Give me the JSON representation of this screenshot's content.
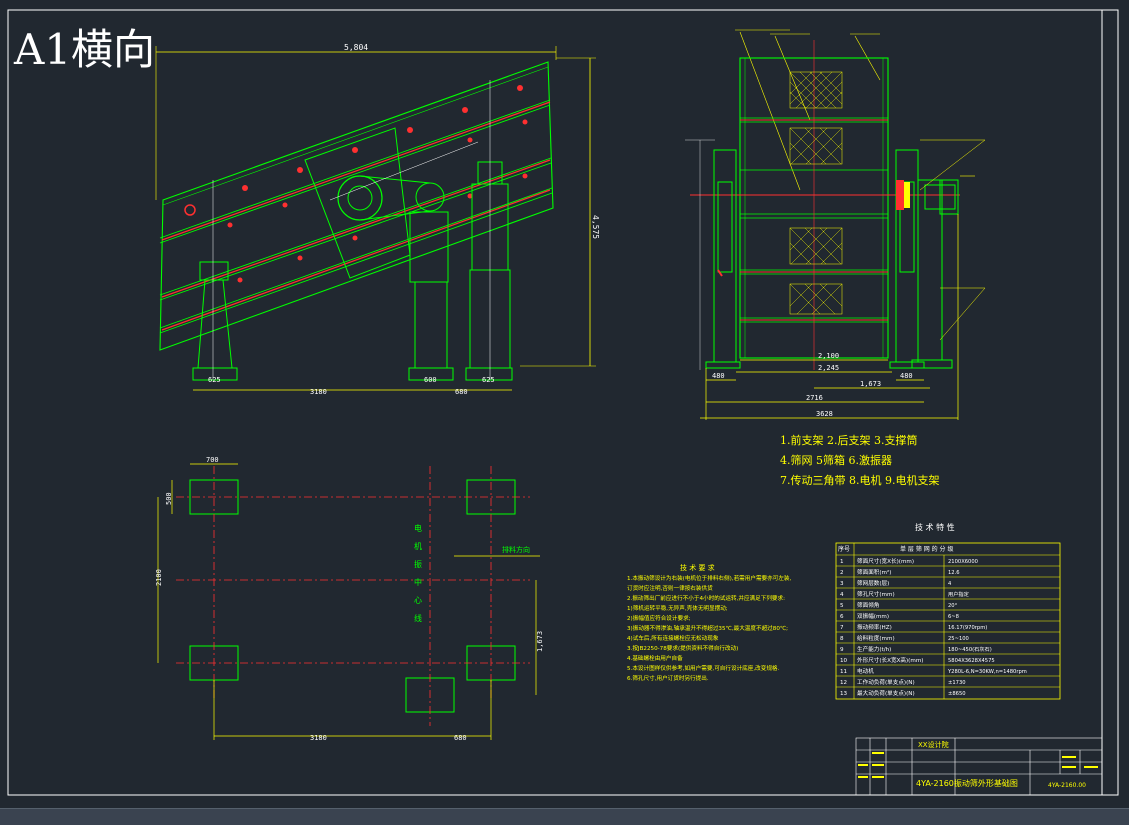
{
  "sheet": {
    "format_label": "A1横向",
    "colors": {
      "background": "#212830",
      "frame": "#ffffff",
      "outline": "#00ff00",
      "centerline": "#ff3030",
      "dimension": "#ffff00",
      "mesh": "#ffff00",
      "leader": "#ffff00"
    }
  },
  "side_view": {
    "dims": {
      "overall_length": "5,804",
      "overall_height": "4,575",
      "front_foot": "625",
      "middle_foot": "600",
      "rear_foot": "625",
      "span_main": "3180",
      "span_rear": "680"
    }
  },
  "end_view": {
    "dims": {
      "inner_width": "2,100",
      "frame_width": "2,245",
      "motor_offset": "1,673",
      "left_foot": "480",
      "right_foot": "480",
      "base_width": "2716",
      "overall_width": "3628"
    }
  },
  "parts_legend": {
    "lines": [
      "1.前支架  2.后支架  3.支撑筒",
      "4.筛网   5筛箱    6.激振器",
      "7.传动三角带  8.电机  9.电机支架"
    ]
  },
  "foundation_plan": {
    "dims": {
      "pad_width": "700",
      "pad_height": "500",
      "span_y": "2100",
      "offset_y": "1,673",
      "span_x_main": "3180",
      "span_x_rear": "680"
    },
    "motor_center_label": "电机振中心线",
    "discharge_label": "排料方向"
  },
  "technical_requirements": {
    "title": "技 术 要 求",
    "lines": [
      "1.本振动筛设计为右装(电机位于排料右侧),若需用户需要亦可左装,",
      "  订货时应注明,否则一律按右装供货",
      "2.振动筛出厂前应进行不小于4小时的试运转,并应满足下列要求:",
      "  1)筛机运转平稳,无异声,壳体无明显摆动;",
      "  2)振幅值应符合设计要求;",
      "  3)振动器不得渗油,轴承温升不得超过35℃,最大温度不超过80℃;",
      "  4)试车后,所有连接螺栓应无松动现象",
      "3.按JB2250-78要求(提供资料不得自行改动)",
      "4.基础螺栓由用户自备",
      "5.本设计图样仅供参考,如用户需要,可自行设计底座,改变规格.",
      "6.筛孔尺寸,用户订货时另行提出."
    ]
  },
  "tech_table": {
    "title": "技 术 特 性",
    "headers": [
      "序号",
      "单 层 筛 网 的 分 级"
    ],
    "rows": [
      [
        "1",
        "筛面尺寸(宽X长)(mm)",
        "2100X6000"
      ],
      [
        "2",
        "筛面面积(m²)",
        "12.6"
      ],
      [
        "3",
        "筛网层数(层)",
        "4"
      ],
      [
        "4",
        "筛孔尺寸(mm)",
        "用户指定"
      ],
      [
        "5",
        "筛面倾角",
        "20°"
      ],
      [
        "6",
        "双振幅(mm)",
        "6~8"
      ],
      [
        "7",
        "振动频率(HZ)",
        "16.17(970rpm)"
      ],
      [
        "8",
        "给料粒度(mm)",
        "25~100"
      ],
      [
        "9",
        "生产能力(t/h)",
        "180~450(石灰石)"
      ],
      [
        "10",
        "外形尺寸(长X宽X高)(mm)",
        "5804X3628X4575"
      ],
      [
        "11",
        "电动机",
        "Y280L-6,N=30KW,n=1480rpm"
      ],
      [
        "12",
        "工作动负荷(单支点)(N)",
        "±1730"
      ],
      [
        "13",
        "最大动负荷(单支点)(N)",
        "±8650"
      ]
    ]
  },
  "title_block": {
    "company": "XX设计院",
    "drawing_title": "4YA-2160振动筛外形基础图",
    "drawing_number": "4YA-2160.00"
  }
}
